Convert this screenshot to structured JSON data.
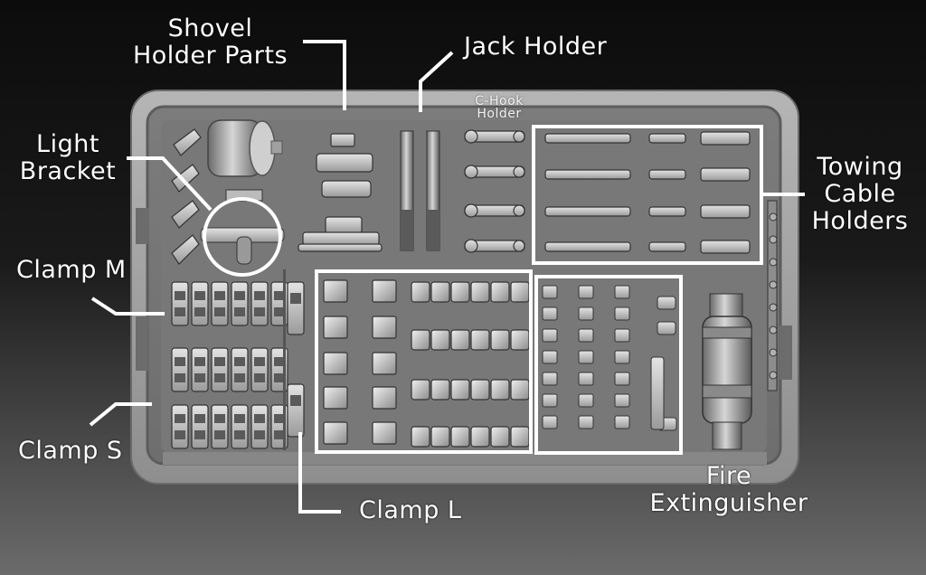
{
  "labels": {
    "shovel_holder_parts": [
      "Shovel",
      "Holder Parts"
    ],
    "jack_holder": "Jack Holder",
    "c_hook_holder": [
      "C-Hook",
      "Holder"
    ],
    "light_bracket": [
      "Light",
      "Bracket"
    ],
    "towing_cable_holders": [
      "Towing",
      "Cable",
      "Holders"
    ],
    "clamp_m": "Clamp M",
    "clamp_s": "Clamp S",
    "clamp_l": "Clamp L",
    "fire_extinguisher": [
      "Fire",
      "Extinguisher"
    ]
  },
  "colors": {
    "tray": "#8a8a8a",
    "tray_rim": "#a6a6a6",
    "part_light": "#d8d8d8",
    "part_dark": "#3c3c3c",
    "outline": "#ffffff"
  }
}
